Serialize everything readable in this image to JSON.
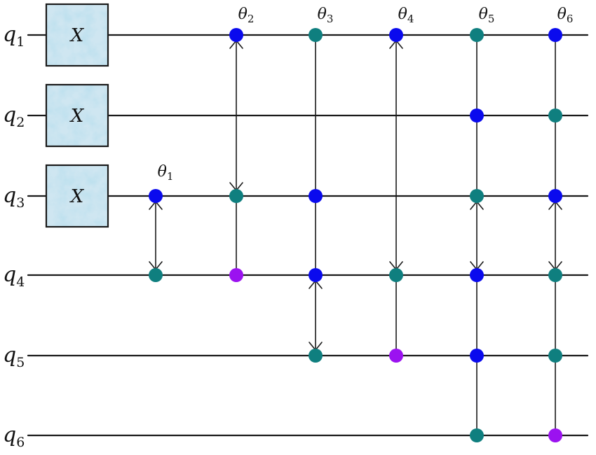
{
  "qubits": [
    {
      "symbol": "q",
      "index": "1"
    },
    {
      "symbol": "q",
      "index": "2"
    },
    {
      "symbol": "q",
      "index": "3"
    },
    {
      "symbol": "q",
      "index": "4"
    },
    {
      "symbol": "q",
      "index": "5"
    },
    {
      "symbol": "q",
      "index": "6"
    }
  ],
  "x_gates": [
    {
      "label": "X",
      "qubit": 1
    },
    {
      "label": "X",
      "qubit": 2
    },
    {
      "label": "X",
      "qubit": 3
    }
  ],
  "thetas": [
    {
      "symbol": "θ",
      "index": "1"
    },
    {
      "symbol": "θ",
      "index": "2"
    },
    {
      "symbol": "θ",
      "index": "3"
    },
    {
      "symbol": "θ",
      "index": "4"
    },
    {
      "symbol": "θ",
      "index": "5"
    },
    {
      "symbol": "θ",
      "index": "6"
    }
  ],
  "colors": {
    "blue": "#0a0aee",
    "teal": "#0f7f7f",
    "purple": "#9b12f0",
    "gate_fill": "#cfe6f1",
    "gate_fill_dark": "#9cc9de",
    "wire": "#1a1a1a"
  },
  "column_gates": [
    {
      "theta": 1,
      "dots": [
        {
          "qubit": 3,
          "color": "blue"
        },
        {
          "qubit": 4,
          "color": "teal"
        }
      ],
      "links": [
        [
          3,
          4
        ]
      ]
    },
    {
      "theta": 2,
      "dots": [
        {
          "qubit": 1,
          "color": "blue"
        },
        {
          "qubit": 3,
          "color": "teal"
        },
        {
          "qubit": 4,
          "color": "purple"
        }
      ],
      "links": [
        [
          1,
          3
        ]
      ]
    },
    {
      "theta": 3,
      "dots": [
        {
          "qubit": 1,
          "color": "teal"
        },
        {
          "qubit": 3,
          "color": "blue"
        },
        {
          "qubit": 4,
          "color": "blue"
        },
        {
          "qubit": 5,
          "color": "teal"
        }
      ],
      "links": [
        [
          4,
          5
        ]
      ]
    },
    {
      "theta": 4,
      "dots": [
        {
          "qubit": 1,
          "color": "blue"
        },
        {
          "qubit": 4,
          "color": "teal"
        },
        {
          "qubit": 5,
          "color": "purple"
        }
      ],
      "links": [
        [
          1,
          4
        ]
      ]
    },
    {
      "theta": 5,
      "dots": [
        {
          "qubit": 1,
          "color": "teal"
        },
        {
          "qubit": 2,
          "color": "blue"
        },
        {
          "qubit": 3,
          "color": "teal"
        },
        {
          "qubit": 4,
          "color": "blue"
        },
        {
          "qubit": 5,
          "color": "blue"
        },
        {
          "qubit": 6,
          "color": "teal"
        }
      ],
      "links": [
        [
          3,
          4
        ]
      ]
    },
    {
      "theta": 6,
      "dots": [
        {
          "qubit": 1,
          "color": "blue"
        },
        {
          "qubit": 2,
          "color": "teal"
        },
        {
          "qubit": 3,
          "color": "blue"
        },
        {
          "qubit": 4,
          "color": "teal"
        },
        {
          "qubit": 5,
          "color": "teal"
        },
        {
          "qubit": 6,
          "color": "purple"
        }
      ],
      "links": [
        [
          3,
          4
        ]
      ]
    }
  ]
}
